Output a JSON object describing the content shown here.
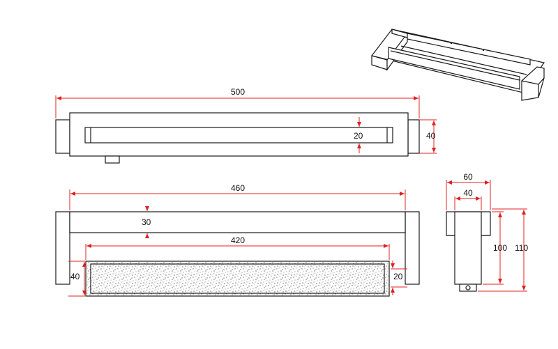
{
  "colors": {
    "outline": "#1a1a1a",
    "dimension": "#e02020",
    "text": "#111111",
    "background": "#ffffff"
  },
  "views": {
    "isometric": {
      "name": "isometric-view"
    },
    "top": {
      "overall_length": "500",
      "slot_height": "20",
      "end_cap_height": "40"
    },
    "front": {
      "overall_length": "460",
      "top_bar_height": "30",
      "inner_length": "420",
      "left_end_height": "40",
      "right_end_height": "20"
    },
    "side": {
      "outer_width": "60",
      "inner_width": "40",
      "body_height": "100",
      "overall_height": "110"
    }
  }
}
